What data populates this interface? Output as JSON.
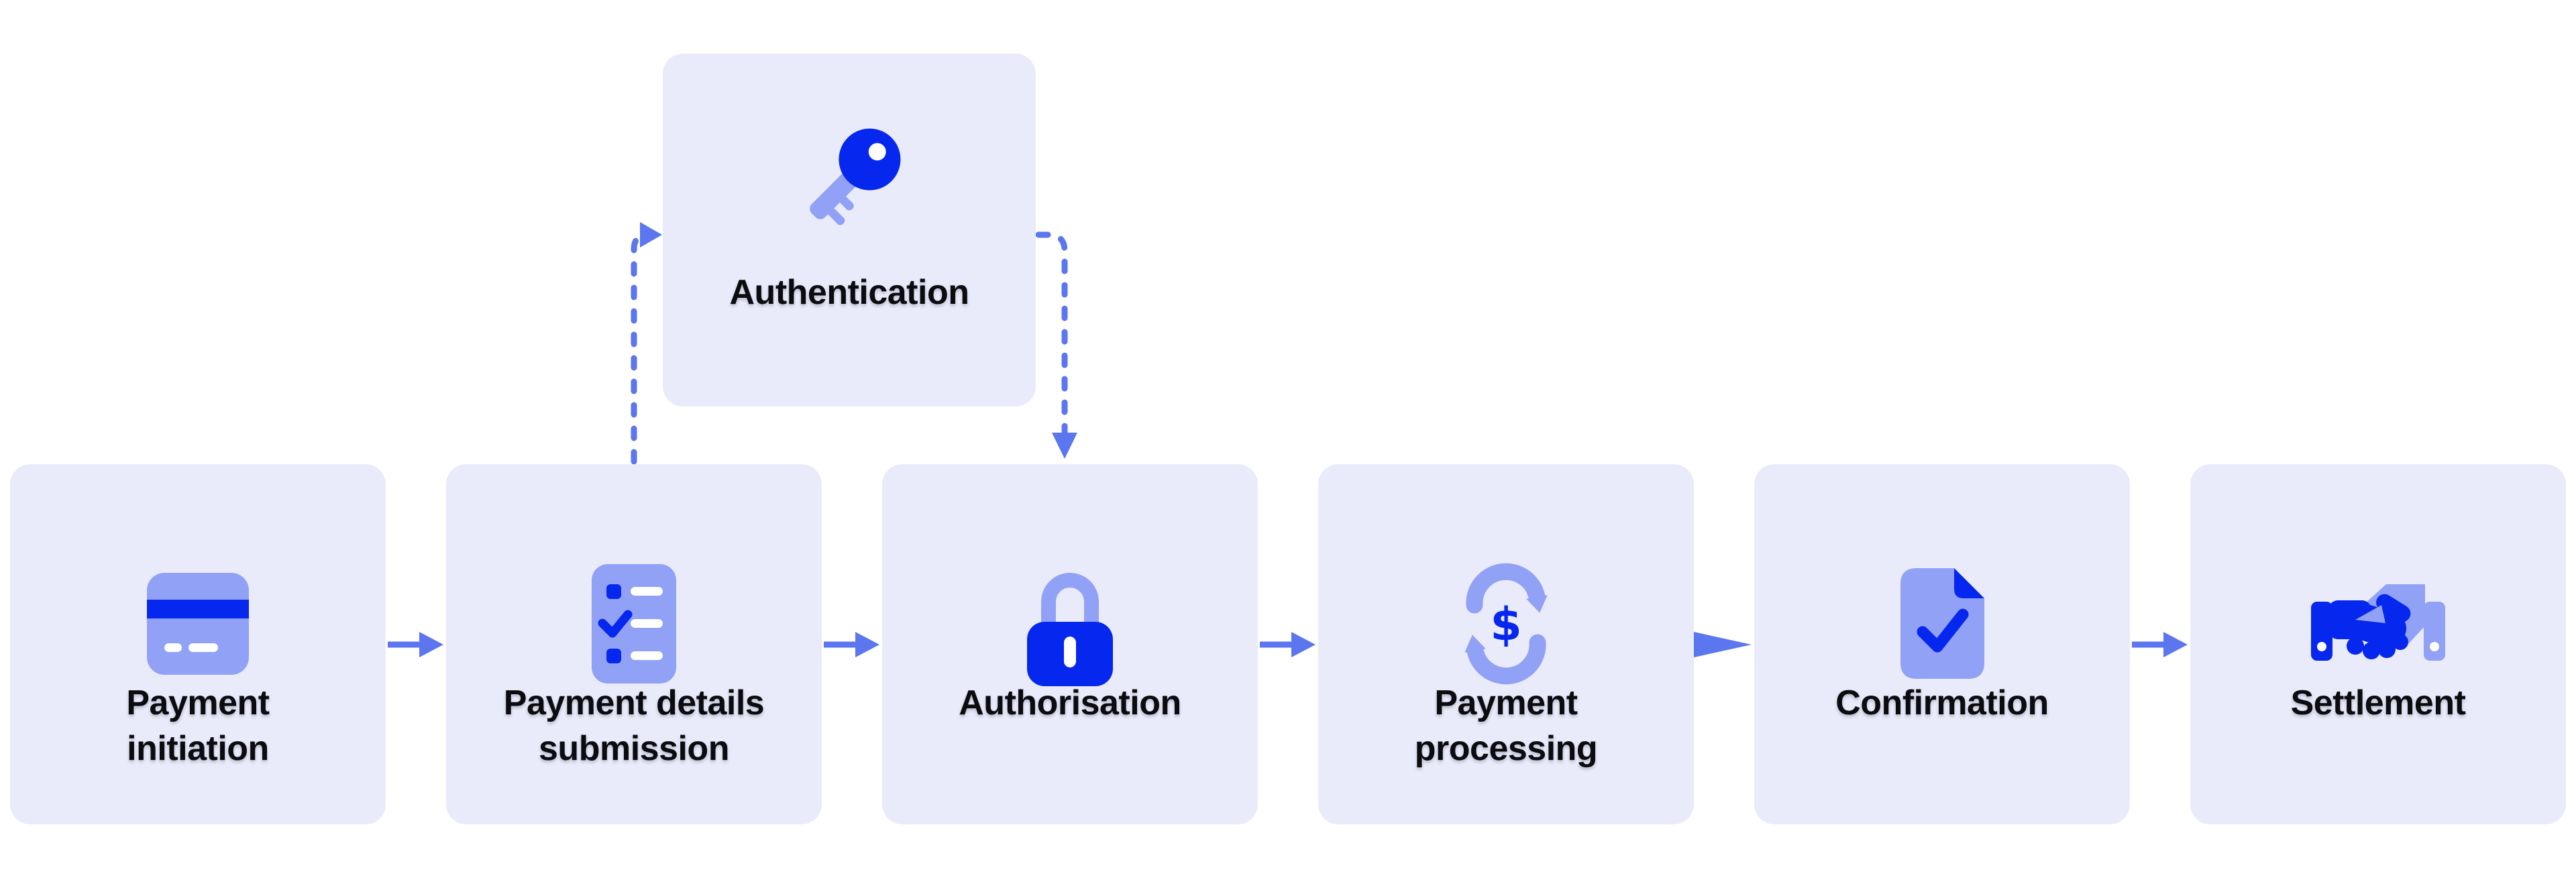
{
  "palette": {
    "background": "#FFFFFF",
    "card_background": "#E9EBFA",
    "icon_primary_blue": "#0627EE",
    "icon_light_blue": "#91A1F5",
    "arrow_blue": "#5B76EE",
    "label_color": "#0B0B10"
  },
  "flow": {
    "authentication_step": {
      "label": "Authentication",
      "icon": "key-icon"
    },
    "steps": [
      {
        "label": "Payment\ninitiation",
        "icon": "credit-card-icon"
      },
      {
        "label": "Payment details\nsubmission",
        "icon": "checklist-icon"
      },
      {
        "label": "Authorisation",
        "icon": "padlock-icon"
      },
      {
        "label": "Payment\nprocessing",
        "icon": "money-cycle-icon"
      },
      {
        "label": "Confirmation",
        "icon": "document-check-icon"
      },
      {
        "label": "Settlement",
        "icon": "handshake-icon"
      }
    ],
    "dollar_glyph": "$"
  }
}
